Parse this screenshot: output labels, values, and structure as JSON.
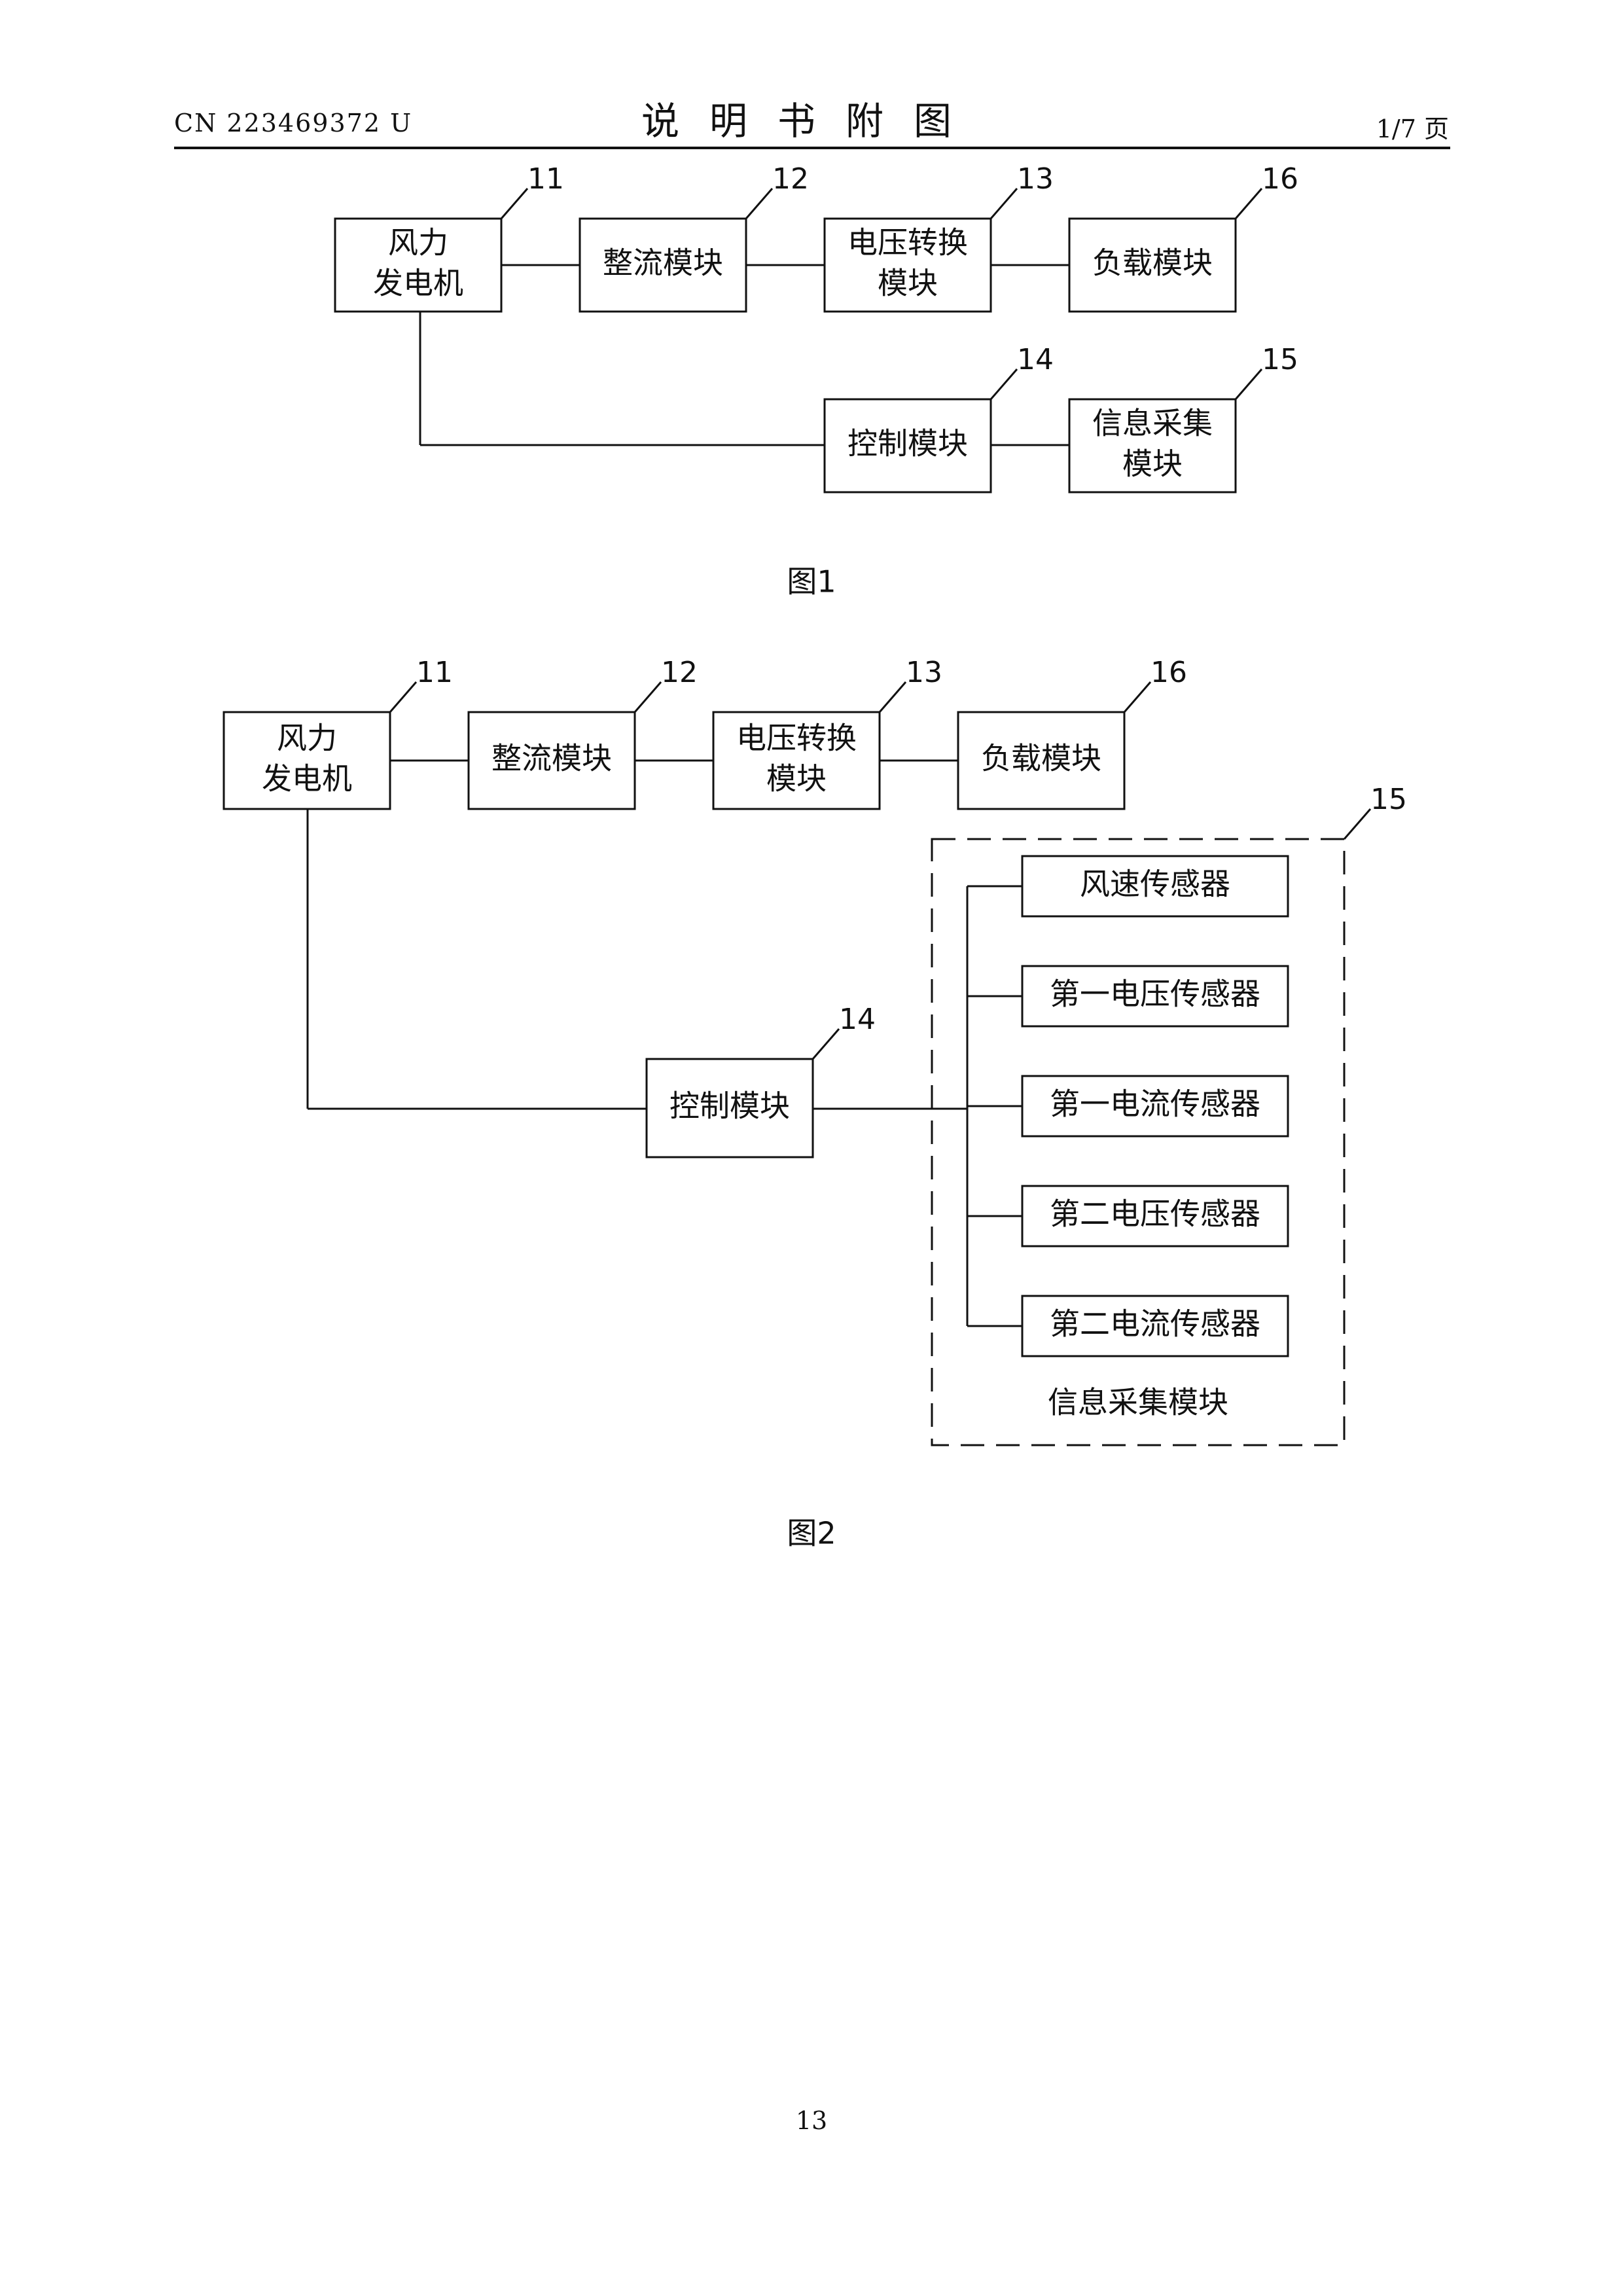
{
  "header": {
    "doc_number": "CN 223469372 U",
    "title": "说明书附图",
    "page_info": "1/7 页"
  },
  "figure1": {
    "caption": "图1",
    "blocks": {
      "generator": {
        "lines": [
          "风力",
          "发电机"
        ],
        "ref": "11"
      },
      "rectifier": {
        "lines": [
          "整流模块"
        ],
        "ref": "12"
      },
      "converter": {
        "lines": [
          "电压转换",
          "模块"
        ],
        "ref": "13"
      },
      "load": {
        "lines": [
          "负载模块"
        ],
        "ref": "16"
      },
      "control": {
        "lines": [
          "控制模块"
        ],
        "ref": "14"
      },
      "acquisition": {
        "lines": [
          "信息采集",
          "模块"
        ],
        "ref": "15"
      }
    }
  },
  "figure2": {
    "caption": "图2",
    "blocks": {
      "generator": {
        "lines": [
          "风力",
          "发电机"
        ],
        "ref": "11"
      },
      "rectifier": {
        "lines": [
          "整流模块"
        ],
        "ref": "12"
      },
      "converter": {
        "lines": [
          "电压转换",
          "模块"
        ],
        "ref": "13"
      },
      "load": {
        "lines": [
          "负载模块"
        ],
        "ref": "16"
      },
      "control": {
        "lines": [
          "控制模块"
        ],
        "ref": "14"
      }
    },
    "acquisition_group": {
      "label": "信息采集模块",
      "ref": "15",
      "sensors": [
        "风速传感器",
        "第一电压传感器",
        "第一电流传感器",
        "第二电压传感器",
        "第二电流传感器"
      ]
    }
  },
  "footer": {
    "page_number": "13"
  }
}
